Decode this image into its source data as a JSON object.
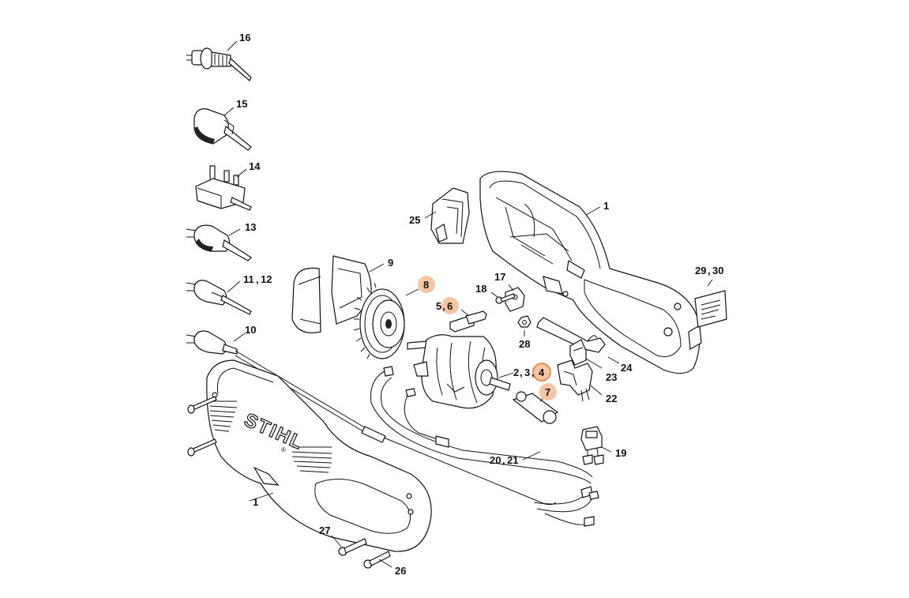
{
  "callouts": {
    "c1a": "1",
    "c1b": "1",
    "c2_3": "2",
    "c2_3b": "3",
    "c4": "4",
    "c5": "5",
    "c6": "6",
    "c7": "7",
    "c8": "8",
    "c9": "9",
    "c10": "10",
    "c11_12": "11",
    "c11_12b": "12",
    "c13": "13",
    "c14": "14",
    "c15": "15",
    "c16": "16",
    "c17": "17",
    "c18": "18",
    "c19": "19",
    "c20_21": "20",
    "c20_21b": "21",
    "c22": "22",
    "c23": "23",
    "c24": "24",
    "c25": "25",
    "c26": "26",
    "c27": "27",
    "c28": "28",
    "c29_30": "29",
    "c29_30b": "30",
    "sep": ","
  },
  "brand": {
    "logo_text": "STIHL",
    "reg_mark": "®"
  },
  "highlight_color": "#f6c6a4",
  "highlight_ring_color": "#e07a3a"
}
